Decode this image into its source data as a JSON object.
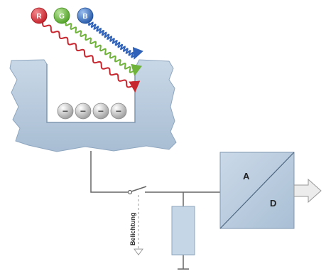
{
  "light_sources": [
    {
      "label": "R",
      "color": "#d9333b",
      "wave_color": "#c8262e"
    },
    {
      "label": "G",
      "color": "#6cbf3a",
      "wave_color": "#6fb33a"
    },
    {
      "label": "B",
      "color": "#3a78c9",
      "wave_color": "#2f62b8"
    }
  ],
  "charges": [
    "−",
    "−",
    "−",
    "−"
  ],
  "adc": {
    "input_label": "A",
    "output_label": "D"
  },
  "switch_label": "Belichtung",
  "colors": {
    "sensor_body": "#b7c9dc",
    "sensor_edge": "#8ea6bf",
    "adc_fill": "#bccde0",
    "resistor_fill": "#c5d6e6",
    "wire": "#666666",
    "charge_fill": "#d4d4d4"
  }
}
